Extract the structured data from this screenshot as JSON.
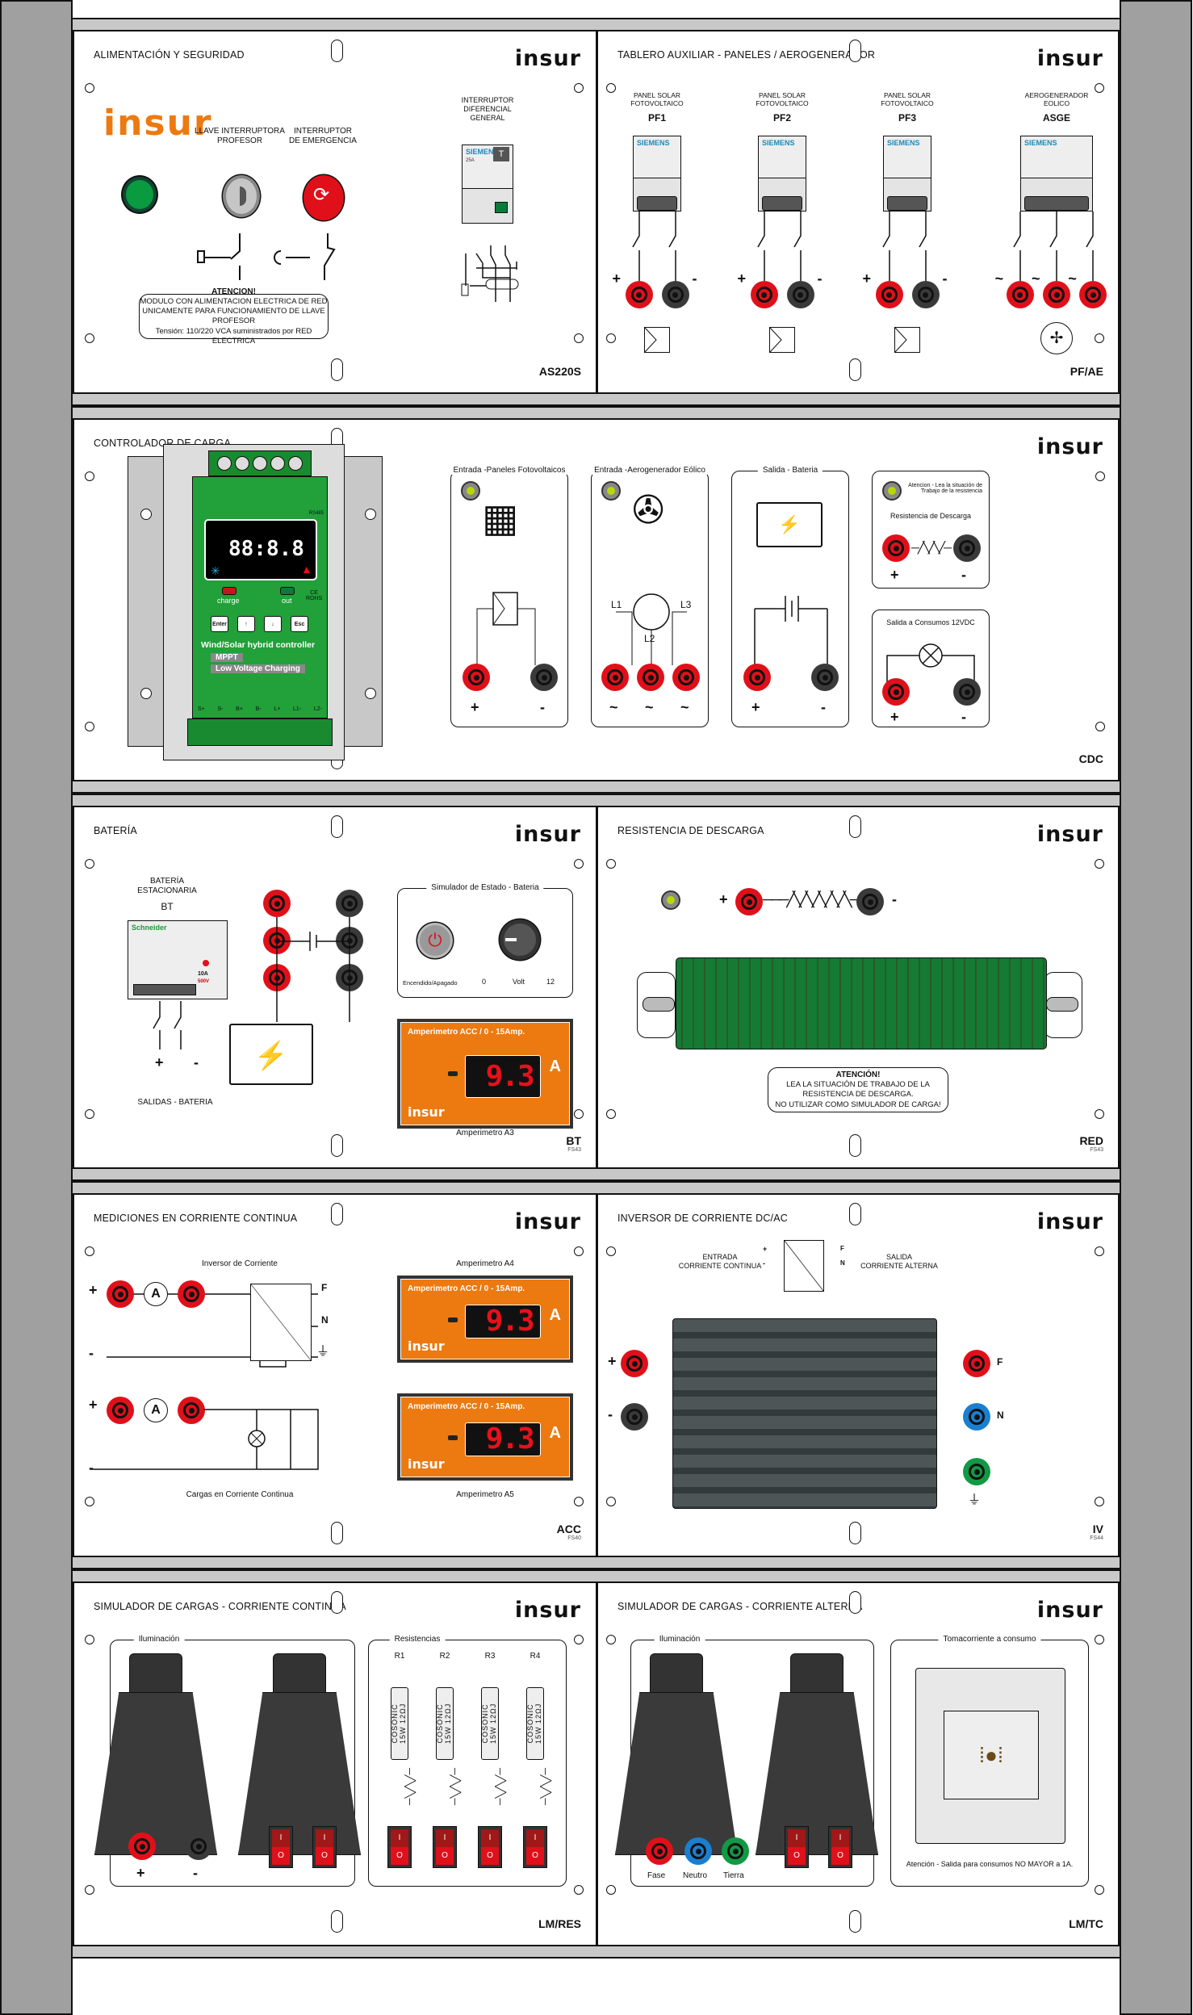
{
  "brand": "insur",
  "panels": {
    "as": {
      "title": "ALIMENTACIÓN Y SEGURIDAD",
      "code": "AS220S",
      "key_label": "LLAVE INTERRUPTORA\nPROFESOR",
      "emergency_label": "INTERRUPTOR\nDE EMERGENCIA",
      "breaker_label": "INTERRUPTOR\nDIFERENCIAL\nGENERAL",
      "breaker_brand": "SIEMENS",
      "breaker_rating": "25A",
      "breaker_test": "T",
      "warning": {
        "heading": "ATENCION!",
        "lines": [
          "MODULO CON ALIMENTACION ELECTRICA DE RED",
          "UNICAMENTE PARA FUNCIONAMIENTO DE LLAVE PROFESOR",
          "Tensión: 110/220 VCA suministrados por RED ELECTRICA"
        ]
      }
    },
    "pfae": {
      "title": "TABLERO AUXILIAR - PANELES / AEROGENERADOR",
      "code": "PF/AE",
      "groups": [
        {
          "label": "PANEL SOLAR\nFOTOVOLTAICO",
          "id": "PF1",
          "brand": "SIEMENS",
          "poles": [
            "+",
            "-"
          ]
        },
        {
          "label": "PANEL SOLAR\nFOTOVOLTAICO",
          "id": "PF2",
          "brand": "SIEMENS",
          "poles": [
            "+",
            "-"
          ]
        },
        {
          "label": "PANEL SOLAR\nFOTOVOLTAICO",
          "id": "PF3",
          "brand": "SIEMENS",
          "poles": [
            "+",
            "-"
          ]
        },
        {
          "label": "AEROGENERADOR\nEOLICO",
          "id": "ASGE",
          "brand": "SIEMENS",
          "poles": [
            "~",
            "~",
            "~"
          ]
        }
      ]
    },
    "cdc": {
      "title": "CONTROLADOR DE CARGA",
      "code": "CDC",
      "controller": {
        "display": "88:8.8",
        "led_charge": "charge",
        "led_out": "out",
        "cert": "CE\nROHS",
        "buttons": [
          "Enter",
          "↑",
          "↓",
          "Esc"
        ],
        "heading": "Wind/Solar hybrid controller",
        "tags": [
          "MPPT",
          "Low Voltage Charging"
        ],
        "terminals": [
          "S+",
          "S-",
          "B+",
          "B-",
          "L+",
          "L1-",
          "L2-"
        ],
        "rs485": "RS485"
      },
      "boxes": [
        {
          "legend": "Entrada -Paneles Fotovoltaicos",
          "poles": [
            "+",
            "-"
          ]
        },
        {
          "legend": "Entrada -Aerogenerador Eólico",
          "phases": [
            "L1",
            "L2",
            "L3"
          ],
          "poles": [
            "~",
            "~",
            "~"
          ]
        },
        {
          "legend": "Salida - Bateria",
          "poles": [
            "+",
            "-"
          ]
        }
      ],
      "discharge": {
        "note": "Atencion - Lea la situación de\nTrabajo de la resistencia",
        "label": "Resistencia de Descarga",
        "poles": [
          "+",
          "-"
        ]
      },
      "consumption": {
        "label": "Salida a Consumos 12VDC",
        "poles": [
          "+",
          "-"
        ]
      }
    },
    "bt": {
      "title": "BATERÍA",
      "code": "BT",
      "sub": "FS43",
      "battery_label": "BATERÍA\nESTACIONARIA",
      "battery_id": "BT",
      "breaker_brand": "Schneider",
      "breaker_rating": "10A",
      "breaker_voltage": "500V",
      "outputs_label": "SALIDAS - BATERIA",
      "simulator": {
        "legend": "Simulador de Estado - Bateria",
        "power_label": "Encendido/Apagado",
        "scale_min": "0",
        "scale_unit": "Volt",
        "scale_max": "12"
      },
      "ammeter": {
        "title": "Amperimetro ACC / 0 - 15Amp.",
        "value": "9.3",
        "unit": "A",
        "label": "Amperimetro A3"
      }
    },
    "red": {
      "title": "RESISTENCIA DE DESCARGA",
      "code": "RED",
      "sub": "FS43",
      "poles": [
        "+",
        "-"
      ],
      "warning": {
        "heading": "ATENCIÓN!",
        "lines": [
          "LEA LA SITUACIÓN DE TRABAJO DE LA",
          "RESISTENCIA DE DESCARGA.",
          "NO UTILIZAR COMO SIMULADOR DE CARGA!"
        ]
      }
    },
    "acc": {
      "title": "MEDICIONES EN CORRIENTE CONTINUA",
      "code": "ACC",
      "sub": "FS40",
      "inverter_label": "Inversor de Corriente",
      "loads_label": "Cargas en Corriente Continua",
      "outputs": [
        "F",
        "N"
      ],
      "poles": [
        "+",
        "-"
      ],
      "ammeters": [
        {
          "label": "Amperimetro A4",
          "title": "Amperimetro ACC / 0 - 15Amp.",
          "value": "9.3",
          "unit": "A"
        },
        {
          "label": "Amperimetro A5",
          "title": "Amperimetro ACC / 0 - 15Amp.",
          "value": "9.3",
          "unit": "A"
        }
      ]
    },
    "iv": {
      "title": "INVERSOR DE CORRIENTE DC/AC",
      "code": "IV",
      "sub": "FS44",
      "input_label": "ENTRADA\nCORRIENTE CONTINUA",
      "output_label": "SALIDA\nCORRIENTE ALTERNA",
      "in_poles": [
        "+",
        "-"
      ],
      "out_poles": [
        "F",
        "N"
      ]
    },
    "lmres": {
      "title": "SIMULADOR DE CARGAS - CORRIENTE CONTINUA",
      "code": "LM/RES",
      "lighting_legend": "Iluminación",
      "res_legend": "Resistencias",
      "poles": [
        "+",
        "-"
      ],
      "resistors": [
        {
          "id": "R1",
          "marking": "COSONIC\n15W 12ΩJ"
        },
        {
          "id": "R2",
          "marking": "COSONIC\n15W 12ΩJ"
        },
        {
          "id": "R3",
          "marking": "COSONIC\n15W 12ΩJ"
        },
        {
          "id": "R4",
          "marking": "COSONIC\n15W 12ΩJ"
        }
      ],
      "switch_on": "I",
      "switch_off": "O"
    },
    "lmtc": {
      "title": "SIMULADOR DE CARGAS - CORRIENTE ALTERNA",
      "code": "LM/TC",
      "lighting_legend": "Iluminación",
      "outlet_legend": "Tomacorriente a consumo",
      "jacks": [
        "Fase",
        "Neutro",
        "Tierra"
      ],
      "outlet_note": "Atención - Salida para consumos NO MAYOR a 1A.",
      "switch_on": "I",
      "switch_off": "O"
    }
  },
  "colors": {
    "accent_orange": "#ec7a10",
    "jack_red": "#e0101a",
    "jack_black": "#3a3a3a",
    "controller_green": "#22a03a",
    "rail_gray": "#a0a0a0",
    "bar_gray": "#c8c8c8"
  }
}
